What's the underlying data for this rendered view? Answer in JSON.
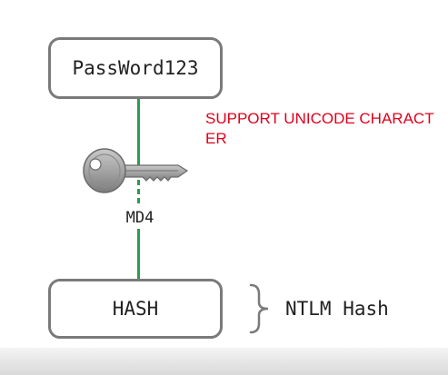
{
  "diagram": {
    "input_box": {
      "label": "PassWord123"
    },
    "algorithm": {
      "label": "MD4",
      "icon": "key-icon"
    },
    "output_box": {
      "label": "HASH"
    },
    "note": {
      "text": "SUPPORT UNICODE CHARACTER",
      "color": "#e0001b"
    },
    "output_annotation": {
      "label": "NTLM Hash"
    },
    "connector_color": "#2e9a52",
    "box_border_color": "#7a7a7a"
  }
}
